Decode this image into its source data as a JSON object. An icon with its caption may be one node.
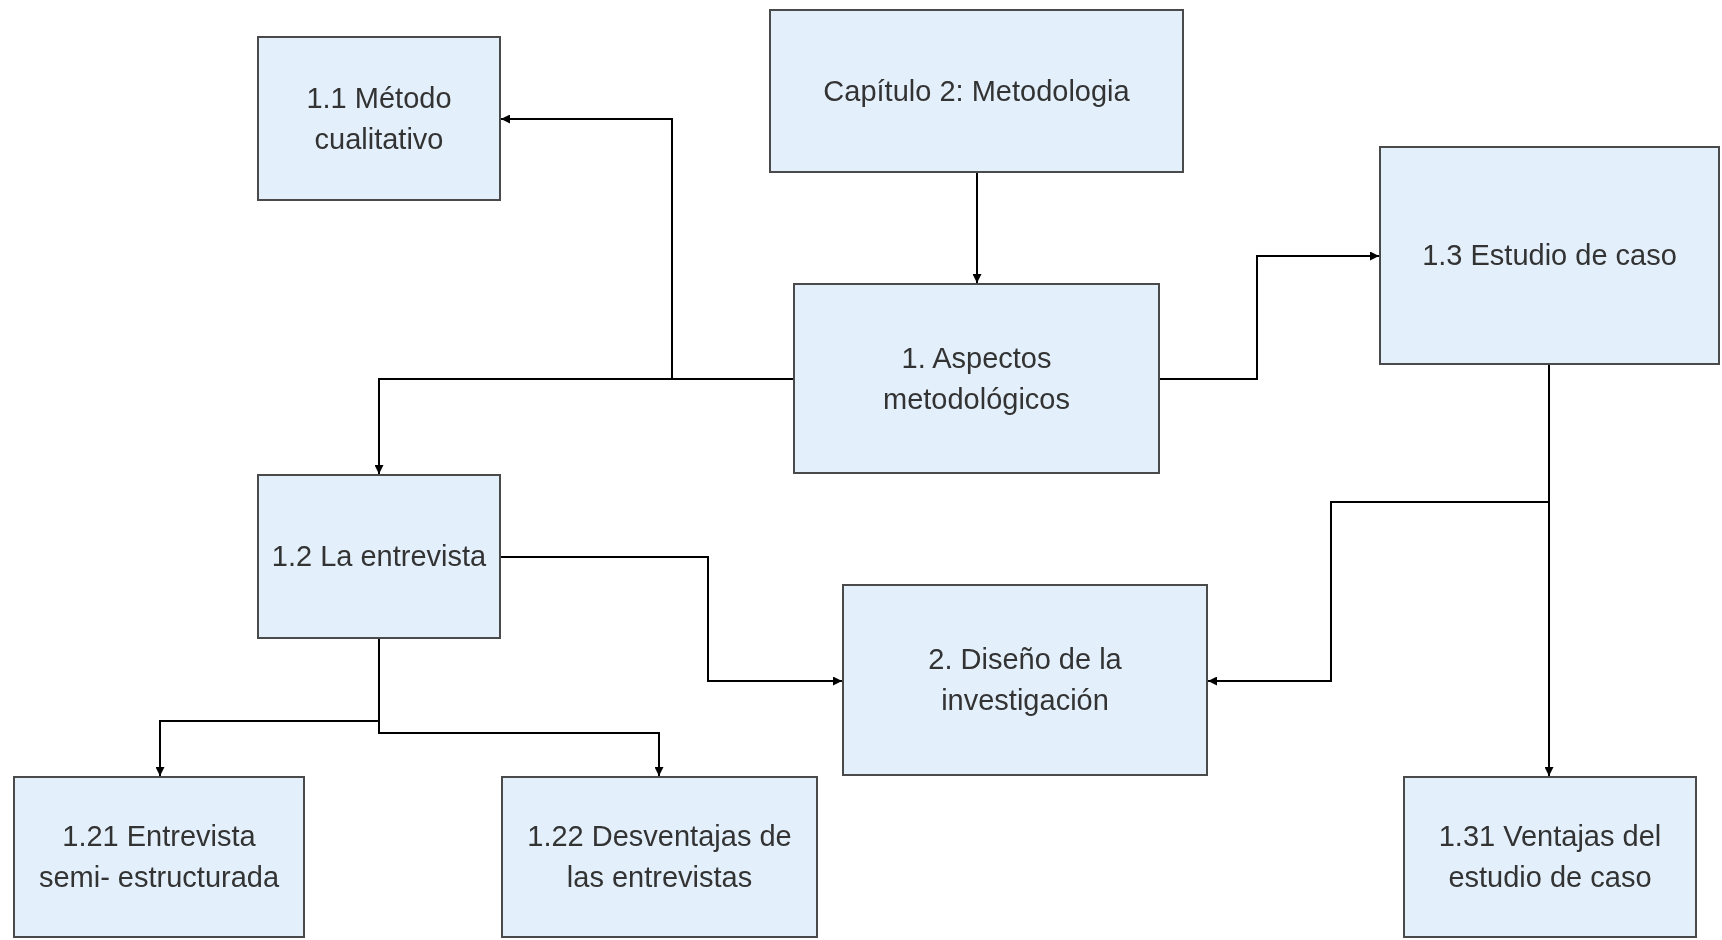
{
  "diagram": {
    "nodes": [
      {
        "text": [
          "Capítulo 2: Metodologia"
        ]
      },
      {
        "text": [
          "1.1 Método cualitativo"
        ]
      },
      {
        "text": [
          "1. Aspectos metodológicos"
        ]
      },
      {
        "text": [
          "1.3 Estudio de caso"
        ]
      },
      {
        "text": [
          "1.2 La entrevista"
        ]
      },
      {
        "text": [
          "2. Diseño de la investigación"
        ]
      },
      {
        "text": [
          "1.21 Entrevista semi- estructurada"
        ]
      },
      {
        "text": [
          "1.22 Desventajas de las entrevistas"
        ]
      },
      {
        "text": [
          "1.31 Ventajas del estudio de caso"
        ]
      }
    ],
    "edges": [
      {
        "from": 0,
        "to": 2,
        "arrow": "to"
      },
      {
        "from": 2,
        "to": 1,
        "arrow": "to"
      },
      {
        "from": 2,
        "to": 4,
        "arrow": "to"
      },
      {
        "from": 2,
        "to": 3,
        "arrow": "to"
      },
      {
        "from": 3,
        "to": 8,
        "arrow": "to"
      },
      {
        "from": 3,
        "to": 5,
        "arrow": "to"
      },
      {
        "from": 4,
        "to": 5,
        "arrow": "to"
      },
      {
        "from": 4,
        "to": 6,
        "arrow": "to"
      },
      {
        "from": 4,
        "to": 7,
        "arrow": "to"
      }
    ]
  }
}
